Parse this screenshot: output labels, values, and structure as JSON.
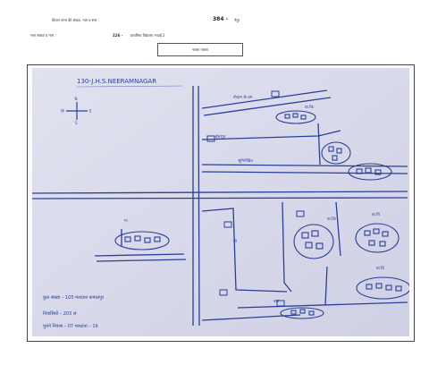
{
  "header": {
    "line1_label": "विधान सभा की संख्या, नाम व स्तर :",
    "line1_value": "384 -",
    "line1_value_suffix": "नेपुर",
    "line2_label": "भाग संख्या व नाम :",
    "line2_value": "226 -",
    "line2_value_suffix": "प्राथमिक विद्यालय भदाईं 2"
  },
  "button": {
    "label": "नक्शा नक्शा"
  },
  "map": {
    "title": "130-J.H.S.NEERAMNAGAR",
    "compass": {
      "north": "N",
      "south": "S",
      "east": "E",
      "west": "W"
    },
    "labels": {
      "road_top": "गोदाम के ठग",
      "label_a": "प्रा.कि",
      "label_b": "ईशरपुर",
      "label_c": "भूमिपीड़ित",
      "label_d": "प्रा.कि",
      "label_e": "प्रा.वि",
      "label_f": "प्रा.वि",
      "label_g": "गा",
      "label_h": "मो",
      "label_i": "बाग"
    },
    "notes": {
      "note1": "कुल संख्या – 105 मतदाता कमालपुर",
      "note2": "निवासियों – 203 सं",
      "note3": "पुराने निवास – 07 मतदाता – 16"
    }
  }
}
